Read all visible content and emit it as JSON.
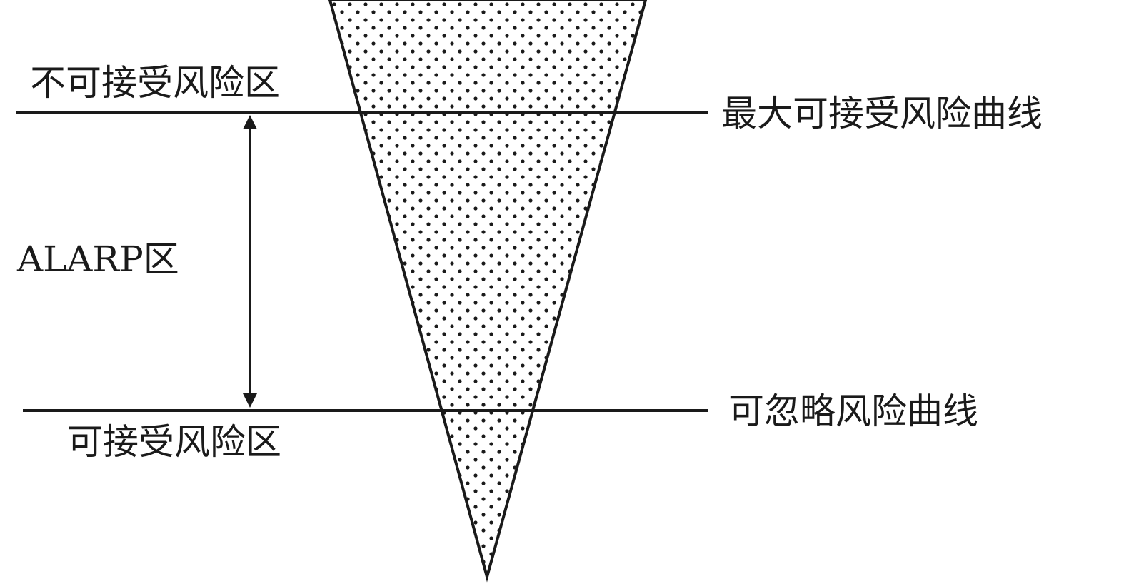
{
  "labels": {
    "unacceptable_zone": "不可接受风险区",
    "max_acceptable_curve": "最大可接受风险曲线",
    "alarp_zone": "ALARP区",
    "negligible_curve": "可忽略风险曲线",
    "acceptable_zone": "可接受风险区"
  },
  "colors": {
    "stroke": "#1a1a1a",
    "dots": "#1a1a1a",
    "background": "#ffffff"
  }
}
